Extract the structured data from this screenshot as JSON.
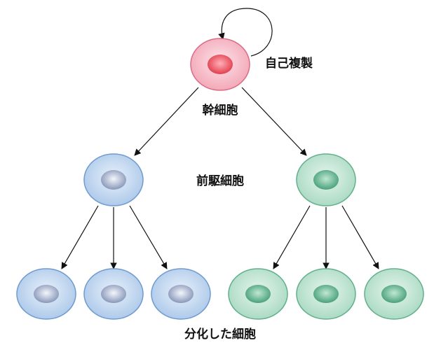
{
  "labels": {
    "self_renewal": "自己複製",
    "stem_cell": "幹細胞",
    "progenitor_cell": "前駆細胞",
    "differentiated_cell": "分化した細胞"
  },
  "colors": {
    "stem_body": "#f2a3b3",
    "stem_body_light": "#fde4ea",
    "stem_stroke": "#d96c86",
    "stem_nucleus": "#e03445",
    "stem_nucleus_light": "#ffb0b8",
    "blue_body": "#a9c6e8",
    "blue_body_light": "#e8f1fb",
    "blue_stroke": "#6e9bd0",
    "blue_nucleus": "#7f8fb3",
    "blue_nucleus_light": "#f4f6fb",
    "green_body": "#a6d8c0",
    "green_body_light": "#e6f5ed",
    "green_stroke": "#62b08c",
    "green_nucleus": "#3f9a74",
    "green_nucleus_light": "#bfe8d3",
    "arrow": "#111111"
  }
}
